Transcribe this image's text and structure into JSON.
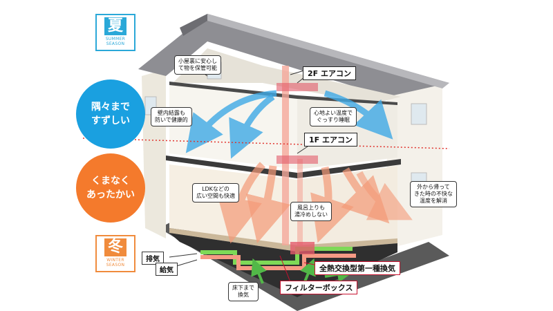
{
  "seasons": {
    "summer": {
      "kanji": "夏",
      "en": "SUMMER\nSEASON"
    },
    "winter": {
      "kanji": "冬",
      "en": "WINTER\nSEASON"
    }
  },
  "badges": {
    "cool": "隅々まで\nすずしい",
    "warm": "くまなく\nあったかい"
  },
  "notes": {
    "attic": "小屋裏に安心し\nて物を保管可能",
    "condensation": "壁内結露も\n防いで健康的",
    "sleep": "心地よい温度で\nぐっすり睡眠",
    "ldk": "LDKなどの\n広い空間も快適",
    "bath": "風呂上りも\n湯冷めしない",
    "return_home": "外から帰って\nきた時の不快な\n温度を解消",
    "underfloor": "床下まで\n換気"
  },
  "labels": {
    "ac2f": "2F エアコン",
    "ac1f": "1F エアコン",
    "exhaust": "排気",
    "supply": "給気",
    "ventilation": "全熱交換型第一種換気",
    "filter": "フィルターボックス"
  },
  "colors": {
    "cool": "#1aa0e0",
    "warm": "#f47a2c",
    "summer": "#2aa8d8",
    "winter": "#f08b3c",
    "supply_duct": "#7ed957",
    "exhaust_duct": "#f59a84",
    "roof": "#8e8e93",
    "wall": "#f4f1ea"
  }
}
